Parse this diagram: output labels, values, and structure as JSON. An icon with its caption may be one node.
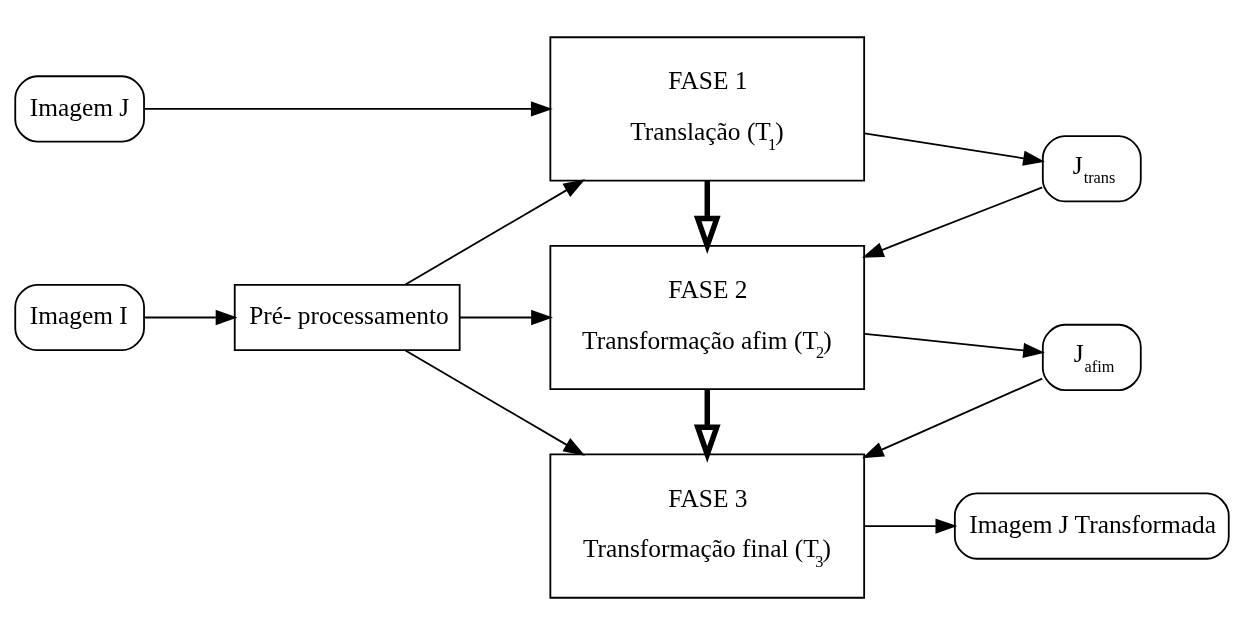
{
  "diagram": {
    "nodes": [
      {
        "text": [
          "Imagem J"
        ]
      },
      {
        "text": [
          "Imagem I"
        ]
      },
      {
        "text": [
          "Pré- processamento"
        ]
      },
      {
        "text": [
          "FASE 1",
          "Translação (T$_{1}$)"
        ]
      },
      {
        "text": [
          "J$_{trans}$"
        ]
      },
      {
        "text": [
          "FASE 2",
          "Transformação afim (T$_{2}$)"
        ]
      },
      {
        "text": [
          "J$_{afim}$"
        ]
      },
      {
        "text": [
          "FASE 3",
          "Transformação final (T$_{3}$)"
        ]
      },
      {
        "text": [
          "Imagem J Transformada"
        ]
      }
    ],
    "edges": [
      {
        "from": 0,
        "to": 3,
        "arrow": "to"
      },
      {
        "from": 1,
        "to": 2,
        "arrow": "to"
      },
      {
        "from": 2,
        "to": 3,
        "arrow": "to"
      },
      {
        "from": 3,
        "to": 4,
        "arrow": "to"
      },
      {
        "from": 4,
        "to": 5,
        "arrow": "to"
      },
      {
        "from": 2,
        "to": 5,
        "arrow": "to"
      },
      {
        "from": 2,
        "to": 7,
        "arrow": "to"
      },
      {
        "from": 5,
        "to": 6,
        "arrow": "to"
      },
      {
        "from": 6,
        "to": 7,
        "arrow": "to"
      },
      {
        "from": 7,
        "to": 8,
        "arrow": "to"
      },
      {
        "from": 3,
        "to": 5,
        "arrow": "to",
        "style": "thick"
      },
      {
        "from": 5,
        "to": 7,
        "arrow": "to",
        "style": "thick"
      }
    ]
  }
}
